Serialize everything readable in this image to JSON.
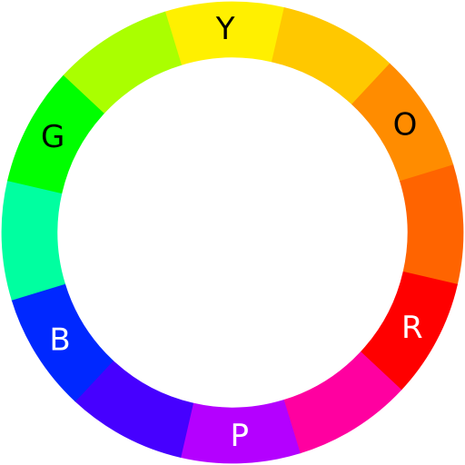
{
  "wheel": {
    "segments": [
      {
        "name": "yellow",
        "color": "#FFF000",
        "label": "Y",
        "label_color": "#000000"
      },
      {
        "name": "yellow-orange",
        "color": "#FFC800",
        "label": "",
        "label_color": "#000000"
      },
      {
        "name": "orange",
        "color": "#FF8C00",
        "label": "O",
        "label_color": "#000000"
      },
      {
        "name": "red-orange",
        "color": "#FF6400",
        "label": "",
        "label_color": "#000000"
      },
      {
        "name": "red",
        "color": "#FF0000",
        "label": "R",
        "label_color": "#FFFFFF"
      },
      {
        "name": "red-purple",
        "color": "#FF00A0",
        "label": "",
        "label_color": "#FFFFFF"
      },
      {
        "name": "purple",
        "color": "#B400FF",
        "label": "P",
        "label_color": "#FFFFFF"
      },
      {
        "name": "blue-purple",
        "color": "#4600FF",
        "label": "",
        "label_color": "#FFFFFF"
      },
      {
        "name": "blue",
        "color": "#0028FF",
        "label": "B",
        "label_color": "#FFFFFF"
      },
      {
        "name": "blue-green",
        "color": "#00FFA0",
        "label": "",
        "label_color": "#000000"
      },
      {
        "name": "green",
        "color": "#00FF00",
        "label": "G",
        "label_color": "#000000"
      },
      {
        "name": "yellow-green",
        "color": "#AAFF00",
        "label": "",
        "label_color": "#000000"
      }
    ]
  }
}
